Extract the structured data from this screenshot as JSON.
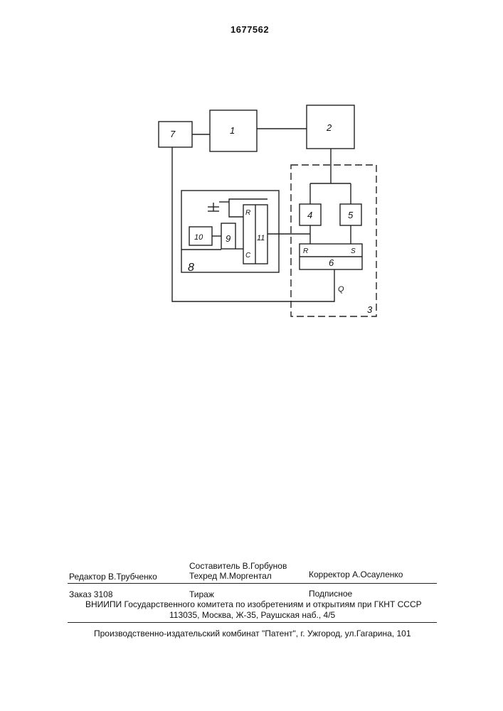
{
  "page_number": "1677562",
  "diagram": {
    "block_labels": {
      "b1": "1",
      "b2": "2",
      "b3": "3",
      "b4": "4",
      "b5": "5",
      "b6": "6",
      "b7": "7",
      "b8": "8",
      "b9": "9",
      "b10": "10",
      "b11": "11"
    },
    "pin_labels": {
      "r_trigger": "R",
      "s_trigger": "S",
      "r_counter": "R",
      "c_counter": "C",
      "q_output": "Q"
    }
  },
  "imprint": {
    "compiler": "Составитель В.Горбунов",
    "editor": "Редактор В.Трубченко",
    "techred": "Техред М.Моргентал",
    "corrector": "Корректор А.Осауленко",
    "order": "Заказ 3108",
    "circulation": "Тираж",
    "subscription": "Подписное",
    "publisher": "ВНИИПИ Государственного комитета по изобретениям и открытиям при ГКНТ СССР",
    "address": "113035, Москва, Ж-35, Раушская наб., 4/5",
    "plant": "Производственно-издательский комбинат \"Патент\", г. Ужгород, ул.Гагарина, 101"
  }
}
